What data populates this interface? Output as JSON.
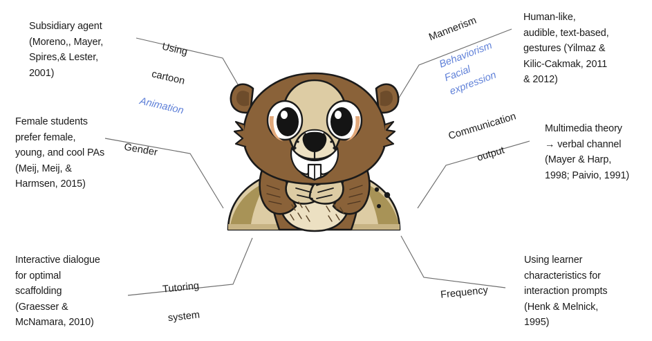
{
  "diagram": {
    "title": "Pedagogical agent design concept map",
    "center": {
      "name": "mascot",
      "description": "cartoon groundhog mascot",
      "colors": {
        "fur_dark": "#8a6239",
        "fur_mid": "#a07c4f",
        "fur_light": "#d9c49a",
        "belly": "#ece0c2",
        "belly_shadow": "#a89357",
        "outline": "#1a1a1a",
        "eye_ring": "#e2a87a"
      }
    },
    "colors": {
      "text": "#1a1a1a",
      "accent_blue": "#5f80d8",
      "connector": "#6d6d6d",
      "background": "#ffffff"
    },
    "branches": [
      {
        "id": "animation",
        "position": "top-left",
        "label_lines": [
          "Using",
          "cartoon"
        ],
        "label_accent": "Animation",
        "reference": "Subsidiary agent\n(Moreno,, Mayer,\nSpires,& Lester,\n2001)"
      },
      {
        "id": "gender",
        "position": "middle-left",
        "label_lines": [
          "Gender"
        ],
        "label_accent": "",
        "reference": "Female students\nprefer female,\nyoung, and cool PAs\n(Meij, Meij, &\nHarmsen, 2015)"
      },
      {
        "id": "tutoring-system",
        "position": "bottom-left",
        "label_lines": [
          "Tutoring",
          "system"
        ],
        "label_accent": "",
        "reference": "Interactive dialogue\nfor optimal\nscaffolding\n(Graesser &\nMcNamara, 2010)"
      },
      {
        "id": "mannerism",
        "position": "top-right",
        "label_lines": [
          "Mannerism"
        ],
        "label_accent": "Behaviorism\nFacial\nexpression",
        "reference": "Human-like,\naudible, text-based,\ngestures (Yilmaz &\nKilic-Cakmak, 2011\n& 2012)"
      },
      {
        "id": "communication-output",
        "position": "middle-right",
        "label_lines": [
          "Communication",
          "output"
        ],
        "label_accent": "",
        "reference": "Multimedia theory\n→ verbal channel\n(Mayer & Harp,\n1998; Paivio, 1991)"
      },
      {
        "id": "frequency",
        "position": "bottom-right",
        "label_lines": [
          "Frequency"
        ],
        "label_accent": "",
        "reference": "Using learner\ncharacteristics for\ninteraction prompts\n(Henk & Melnick,\n1995)"
      }
    ]
  }
}
